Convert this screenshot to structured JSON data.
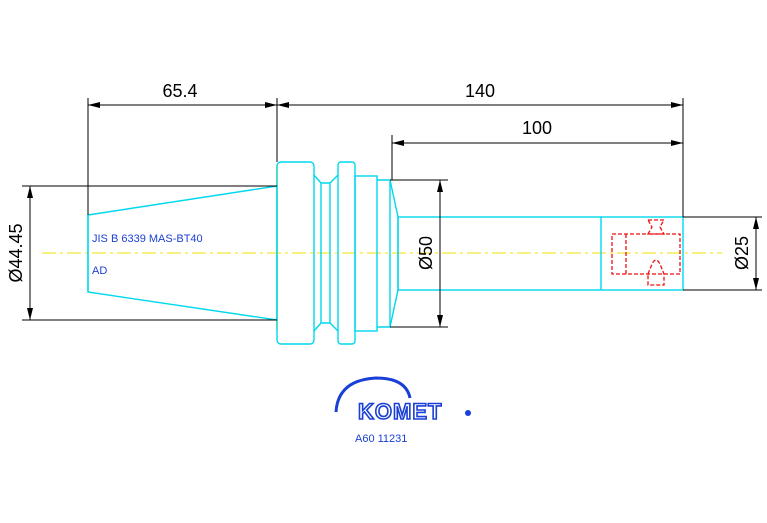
{
  "dimensions": {
    "taper_length": "65.4",
    "overall_length": "140",
    "shank_length": "100",
    "taper_diameter": "Ø44.45",
    "body_diameter": "Ø50",
    "shank_diameter": "Ø25"
  },
  "notes": {
    "standard": "JIS B 6339 MAS-BT40",
    "type": "AD"
  },
  "logo": {
    "brand": "KOMET",
    "part_number": "A60 11231"
  },
  "colors": {
    "outline": "#00d8ee",
    "dimension": "#000000",
    "centerline": "#f0e000",
    "text": "#1a3fd6",
    "hidden": "#ee1111"
  }
}
